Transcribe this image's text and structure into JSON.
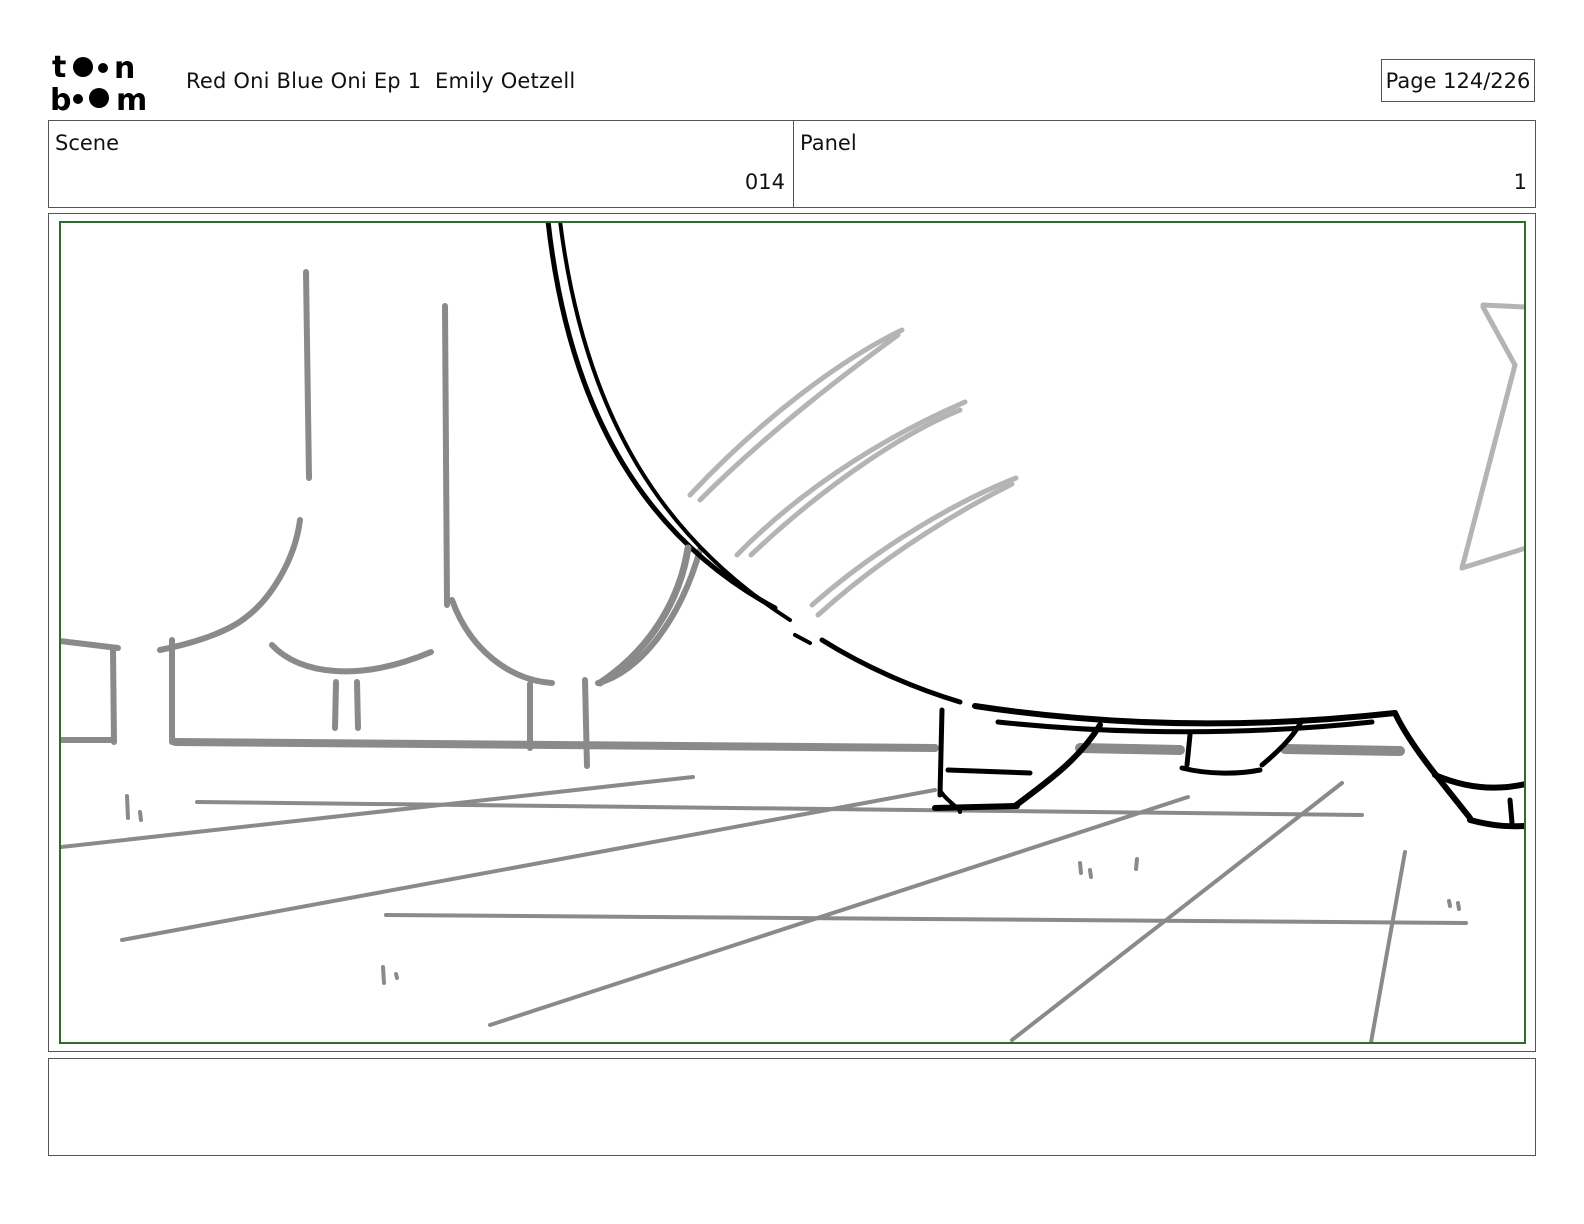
{
  "header": {
    "logo_text": "toon boom",
    "title": "Red Oni Blue Oni Ep 1  Emily Oetzell",
    "page": "Page 124/226"
  },
  "info": {
    "scene_label": "Scene",
    "scene_value": "014",
    "panel_label": "Panel",
    "panel_value": "1"
  },
  "panel": {
    "frame_color": "#2e6b2e",
    "sketch_gray": "#8a8a8a",
    "sketch_light": "#b4b4b4",
    "sketch_black": "#000000"
  },
  "notes": {
    "text": ""
  }
}
